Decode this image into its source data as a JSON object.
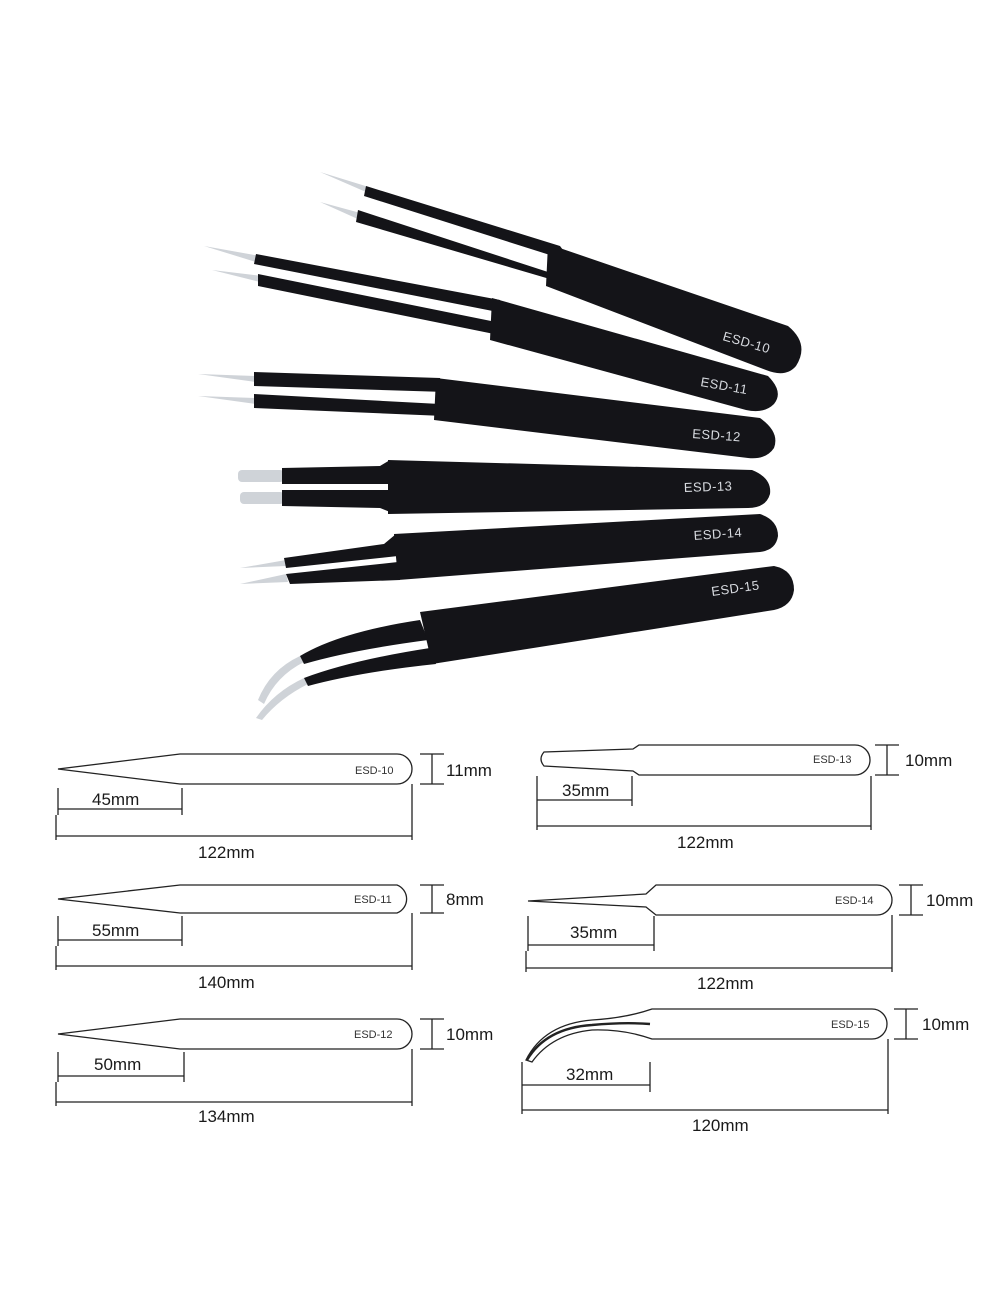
{
  "colors": {
    "tweezer_body": "#141418",
    "tweezer_tip": "#cfd3d8",
    "photo_label": "#d8dbe0",
    "outline": "#222222",
    "dimension_line": "#222222"
  },
  "photo_models": [
    {
      "label": "ESD-10",
      "tip_style": "fine-pointed"
    },
    {
      "label": "ESD-11",
      "tip_style": "fine-pointed"
    },
    {
      "label": "ESD-12",
      "tip_style": "pointed"
    },
    {
      "label": "ESD-13",
      "tip_style": "rounded-flat"
    },
    {
      "label": "ESD-14",
      "tip_style": "fine-pointed"
    },
    {
      "label": "ESD-15",
      "tip_style": "curved"
    }
  ],
  "diagrams": [
    {
      "model": "ESD-10",
      "length": "122mm",
      "tip_length": "45mm",
      "width": "11mm",
      "shape": "pointed"
    },
    {
      "model": "ESD-13",
      "length": "122mm",
      "tip_length": "35mm",
      "width": "10mm",
      "shape": "rounded-tip"
    },
    {
      "model": "ESD-11",
      "length": "140mm",
      "tip_length": "55mm",
      "width": "8mm",
      "shape": "pointed"
    },
    {
      "model": "ESD-14",
      "length": "122mm",
      "tip_length": "35mm",
      "width": "10mm",
      "shape": "fine-taper"
    },
    {
      "model": "ESD-12",
      "length": "134mm",
      "tip_length": "50mm",
      "width": "10mm",
      "shape": "pointed"
    },
    {
      "model": "ESD-15",
      "length": "120mm",
      "tip_length": "32mm",
      "width": "10mm",
      "shape": "curved"
    }
  ]
}
